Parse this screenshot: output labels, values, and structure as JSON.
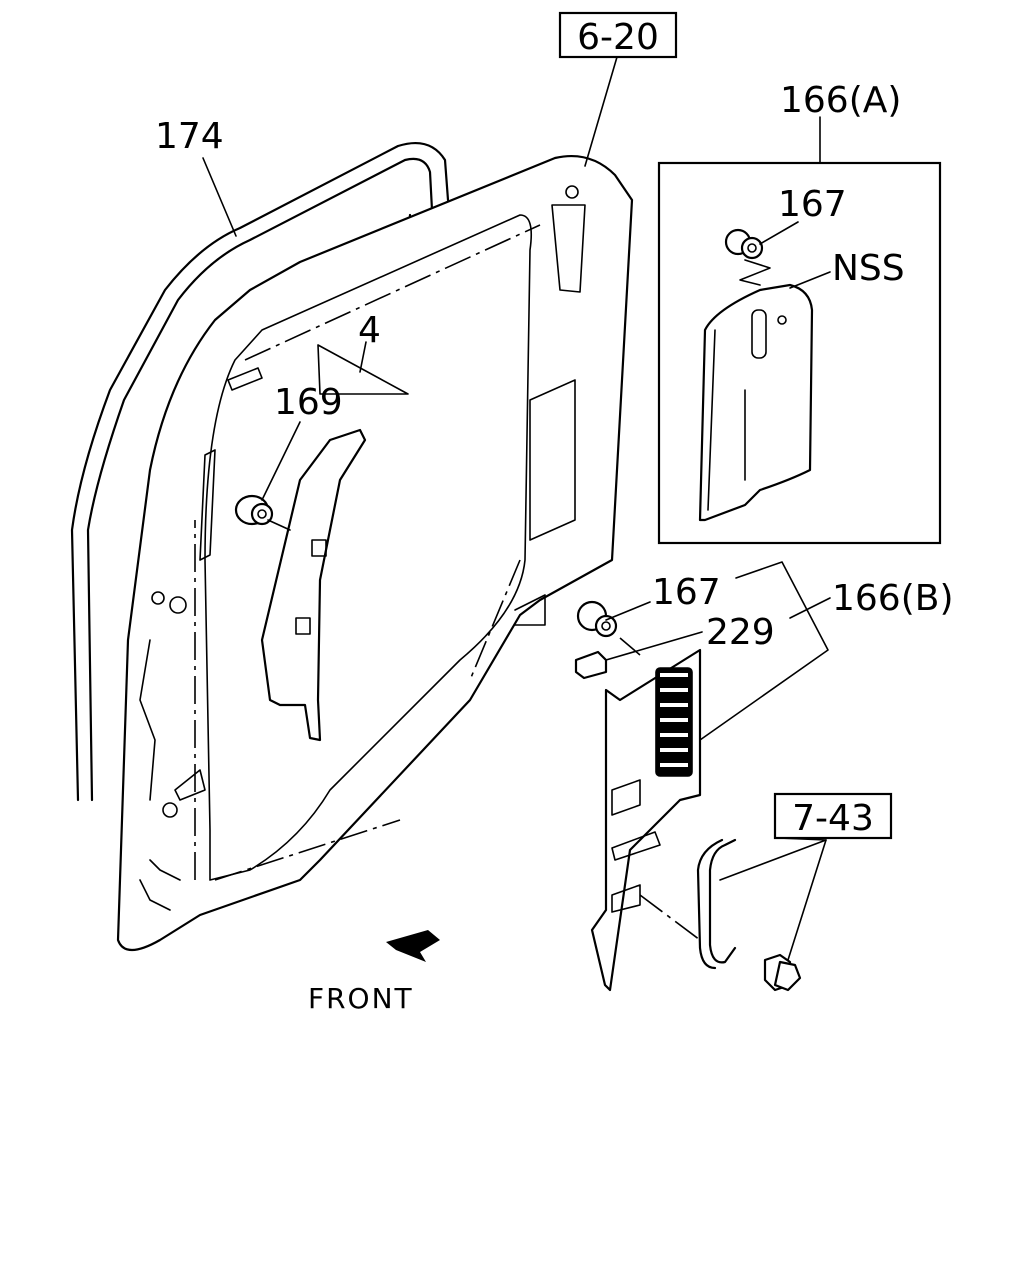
{
  "callouts": {
    "ref_6_20": "6-20",
    "ref_7_43": "7-43",
    "part_174": "174",
    "part_166a": "166(A)",
    "part_167_top": "167",
    "nss": "NSS",
    "part_4": "4",
    "part_169": "169",
    "part_167_mid": "167",
    "part_166b": "166(B)",
    "part_229": "229",
    "front": "FRONT"
  }
}
